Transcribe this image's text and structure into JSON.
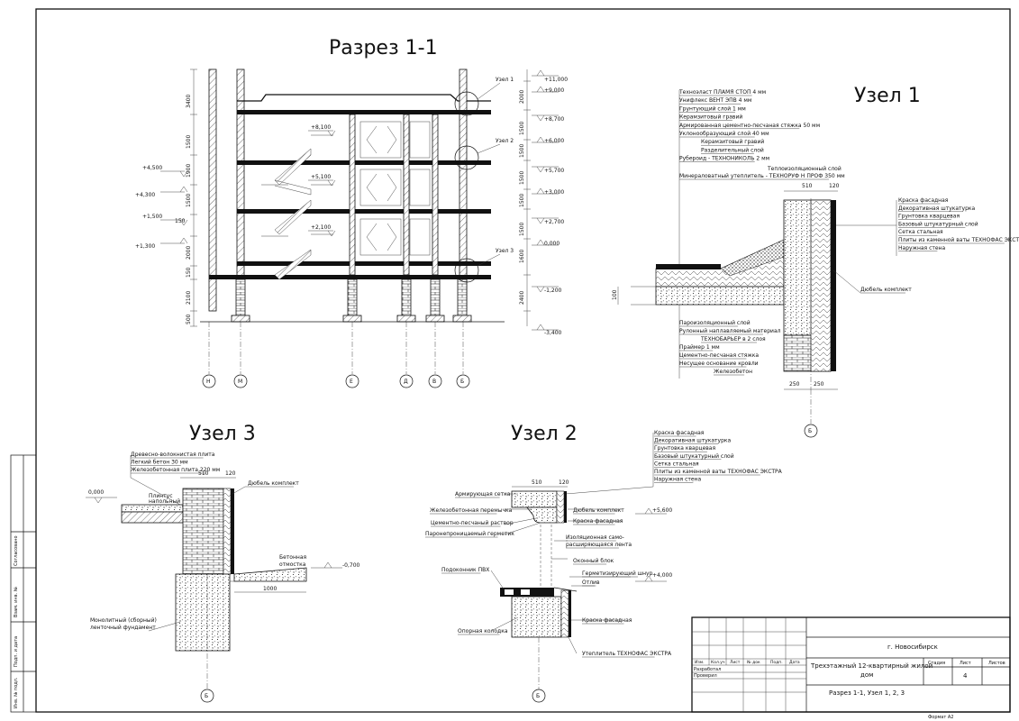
{
  "titles": {
    "section": "Разрез 1-1",
    "node1": "Узел 1",
    "node2": "Узел 2",
    "node3": "Узел 3"
  },
  "section": {
    "elevations_right": [
      "+11,000",
      "+9,000",
      "+8,700",
      "+6,000",
      "+5,700",
      "+3,000",
      "+2,700",
      "0,000",
      "-1,200",
      "-3,400"
    ],
    "elevations_left": [
      "+4,500",
      "+4,300",
      "+1,500",
      "+1,300"
    ],
    "stair_marks": [
      "+8,100",
      "+5,100",
      "+2,100"
    ],
    "dims_left": [
      "3400",
      "1500",
      "1900",
      "1500",
      "150",
      "2000",
      "150",
      "2100",
      "500"
    ],
    "dims_right": [
      "2000",
      "1500",
      "1500",
      "1500",
      "1500",
      "1500",
      "1600",
      "2400"
    ],
    "node_callouts": [
      "Узел 1",
      "Узел 2",
      "Узел 3"
    ],
    "axes": [
      "Н",
      "М",
      "Е",
      "Д",
      "В",
      "Б"
    ]
  },
  "node1": {
    "roof_layers": [
      "Техноэласт ПЛАМЯ СТОП 4 мм",
      "Унифлекс ВЕНТ ЭПВ 4 мм",
      "Грунтующий слой 1 мм",
      "Керамзитовый гравий",
      "Армированная цементно-песчаная стяжка 50 мм",
      "Уклонообразующий слой 40 мм",
      "Керамзитовый гравий",
      "Разделительный слой",
      "Рубероид - ТЕХНОНИКОЛЬ 2 мм"
    ],
    "insulation_title": "Теплоизоляционный слой",
    "insulation": "Минераловатный утеплитель - ТЕХНОРУФ Н ПРОФ 350 мм",
    "wall_layers": [
      "Краска фасадная",
      "Декоративная штукатурка",
      "Грунтовка кварцевая",
      "Базовый штукатурный слой",
      "Сетка стальная",
      "Плиты из каменной ваты ТЕХНОФАС ЭКСТРА",
      "Наружная стена"
    ],
    "dowel": "Дюбель комплект",
    "bottom_layers": [
      "Пароизоляционный слой",
      "Рулонный наплавляемый материал",
      "ТЕХНОБАРЬЕР в 2 слоя",
      "Праймер 1 мм",
      "Цементно-песчаная стяжка",
      "Несущее основание кровли",
      "Железобетон"
    ],
    "dims": [
      "510",
      "120",
      "250",
      "250",
      "100"
    ],
    "axis": "Б"
  },
  "node3": {
    "layers": [
      "Древесно-волокнистая плита",
      "Легкий бетон 30 мм",
      "Железобетонная плита 220 мм"
    ],
    "dims": [
      "510",
      "120",
      "1000"
    ],
    "level_top": "0,000",
    "level_low": "-0,700",
    "plinth": [
      "Плинтус",
      "напольный"
    ],
    "dowel": "Дюбель комплект",
    "blind_area": [
      "Бетонная",
      "отмостка"
    ],
    "foundation": [
      "Монолитный (сборный)",
      "ленточный фундамент"
    ],
    "axis": "Б"
  },
  "node2": {
    "wall_layers": [
      "Краска фасадная",
      "Декоративная штукатурка",
      "Грунтовка кварцевая",
      "Базовый штукатурный слой",
      "Сетка стальная",
      "Плиты из каменной ваты ТЕХНОФАС ЭКСТРА",
      "Наружная стена"
    ],
    "left_labels": [
      "Армирующая сетка",
      "Железобетонная перемычка",
      "Цементно-песчаный раствор",
      "Паронепроницаемый герметик",
      "Подоконник ПВХ",
      "Опорная колодка"
    ],
    "right_labels": [
      "Дюбель комплект",
      "Краска фасадная",
      "Изоляционная само-",
      "расширяющаяся лента",
      "Оконный блок",
      "Герметизирующий шнур",
      "Отлив",
      "Краска фасадная",
      "Утеплитель ТЕХНОФАС ЭКСТРА"
    ],
    "levels": [
      "+5,600",
      "+4,000"
    ],
    "dims": [
      "510",
      "120"
    ],
    "axis": "Б"
  },
  "side_stamp": [
    "Согласовано",
    "Взам. инв. №",
    "Подп. и дата",
    "Инв. № подл."
  ],
  "stamp": {
    "city": "г. Новосибирск",
    "columns": [
      "Изм.",
      "Кол.уч",
      "Лист",
      "№ док",
      "Подп.",
      "Дата"
    ],
    "roles": [
      "Разработал",
      "Проверил"
    ],
    "project": [
      "Трехэтажный 12-квартирный жилой",
      "дом"
    ],
    "stage_headers": [
      "Стадия",
      "Лист",
      "Листов"
    ],
    "sheet": "4",
    "drawing": "Разрез 1-1, Узел 1, 2, 3",
    "format": "Формат А2"
  }
}
